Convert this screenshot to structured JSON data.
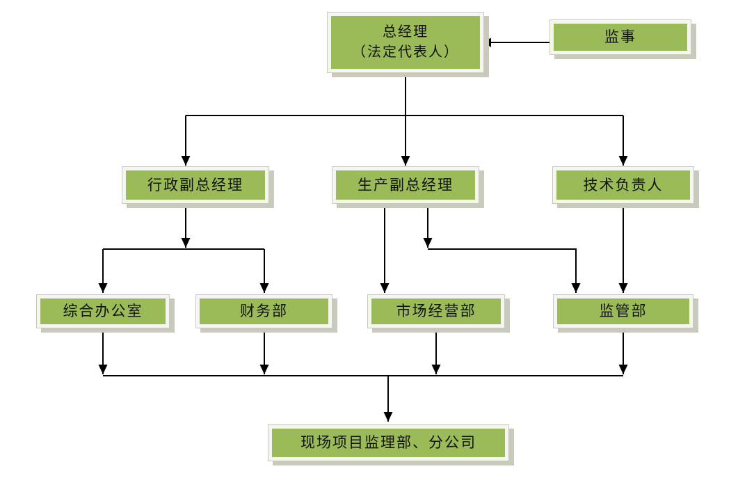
{
  "diagram": {
    "type": "org-chart",
    "colors": {
      "node_fill": "#9bbb59",
      "node_frame": "#f6f6f1",
      "node_border": "#c6cbb5",
      "node_shadow": "#c9cabd",
      "connector_line": "#000000",
      "text": "#111111",
      "background": "#ffffff"
    },
    "nodes": {
      "general_manager": {
        "line1": "总经理",
        "line2": "（法定代表人）"
      },
      "supervisor": {
        "label": "监事"
      },
      "admin_vice_gm": {
        "label": "行政副总经理"
      },
      "production_vice_gm": {
        "label": "生产副总经理"
      },
      "technical_director": {
        "label": "技术负责人"
      },
      "general_office": {
        "label": "综合办公室"
      },
      "finance_dept": {
        "label": "财务部"
      },
      "market_operations_dept": {
        "label": "市场经营部"
      },
      "supervision_dept": {
        "label": "监管部"
      },
      "site_supervision_branch": {
        "label": "现场项目监理部、分公司"
      }
    },
    "edges": [
      {
        "from": "supervisor",
        "to": "general_manager",
        "arrow": true
      },
      {
        "from": "general_manager",
        "to": "admin_vice_gm",
        "arrow": true
      },
      {
        "from": "general_manager",
        "to": "production_vice_gm",
        "arrow": true
      },
      {
        "from": "general_manager",
        "to": "technical_director",
        "arrow": true
      },
      {
        "from": "admin_vice_gm",
        "to": "general_office",
        "arrow": true
      },
      {
        "from": "admin_vice_gm",
        "to": "finance_dept",
        "arrow": true
      },
      {
        "from": "production_vice_gm",
        "to": "market_operations_dept",
        "arrow": true
      },
      {
        "from": "production_vice_gm",
        "to": "supervision_dept",
        "arrow": true
      },
      {
        "from": "technical_director",
        "to": "supervision_dept",
        "arrow": true
      },
      {
        "from": "general_office",
        "to": "site_supervision_branch",
        "arrow": true
      },
      {
        "from": "finance_dept",
        "to": "site_supervision_branch",
        "arrow": true
      },
      {
        "from": "market_operations_dept",
        "to": "site_supervision_branch",
        "arrow": true
      },
      {
        "from": "supervision_dept",
        "to": "site_supervision_branch",
        "arrow": true
      }
    ]
  }
}
